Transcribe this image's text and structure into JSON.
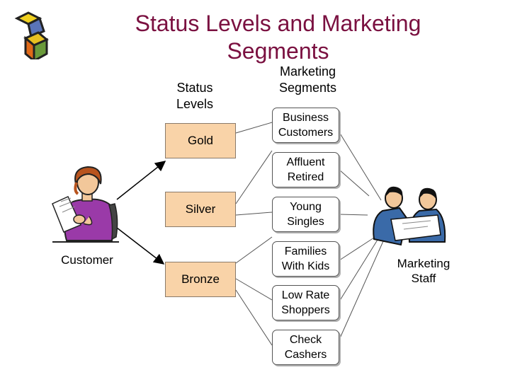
{
  "title": "Status Levels and Marketing Segments",
  "headers": {
    "status_levels": "Status Levels",
    "marketing_segments": "Marketing Segments"
  },
  "status_levels": [
    "Gold",
    "Silver",
    "Bronze"
  ],
  "segments": [
    "Business Customers",
    "Affluent Retired",
    "Young Singles",
    "Families With Kids",
    "Low Rate Shoppers",
    "Check Cashers"
  ],
  "actors": {
    "customer": "Customer",
    "staff": "Marketing Staff"
  },
  "icons": {
    "logo": "colored-cube-logo-icon",
    "customer": "woman-reading-document-icon",
    "staff": "two-people-reviewing-document-icon"
  },
  "colors": {
    "title": "#7a1040",
    "level_fill": "#f9d3a8"
  }
}
